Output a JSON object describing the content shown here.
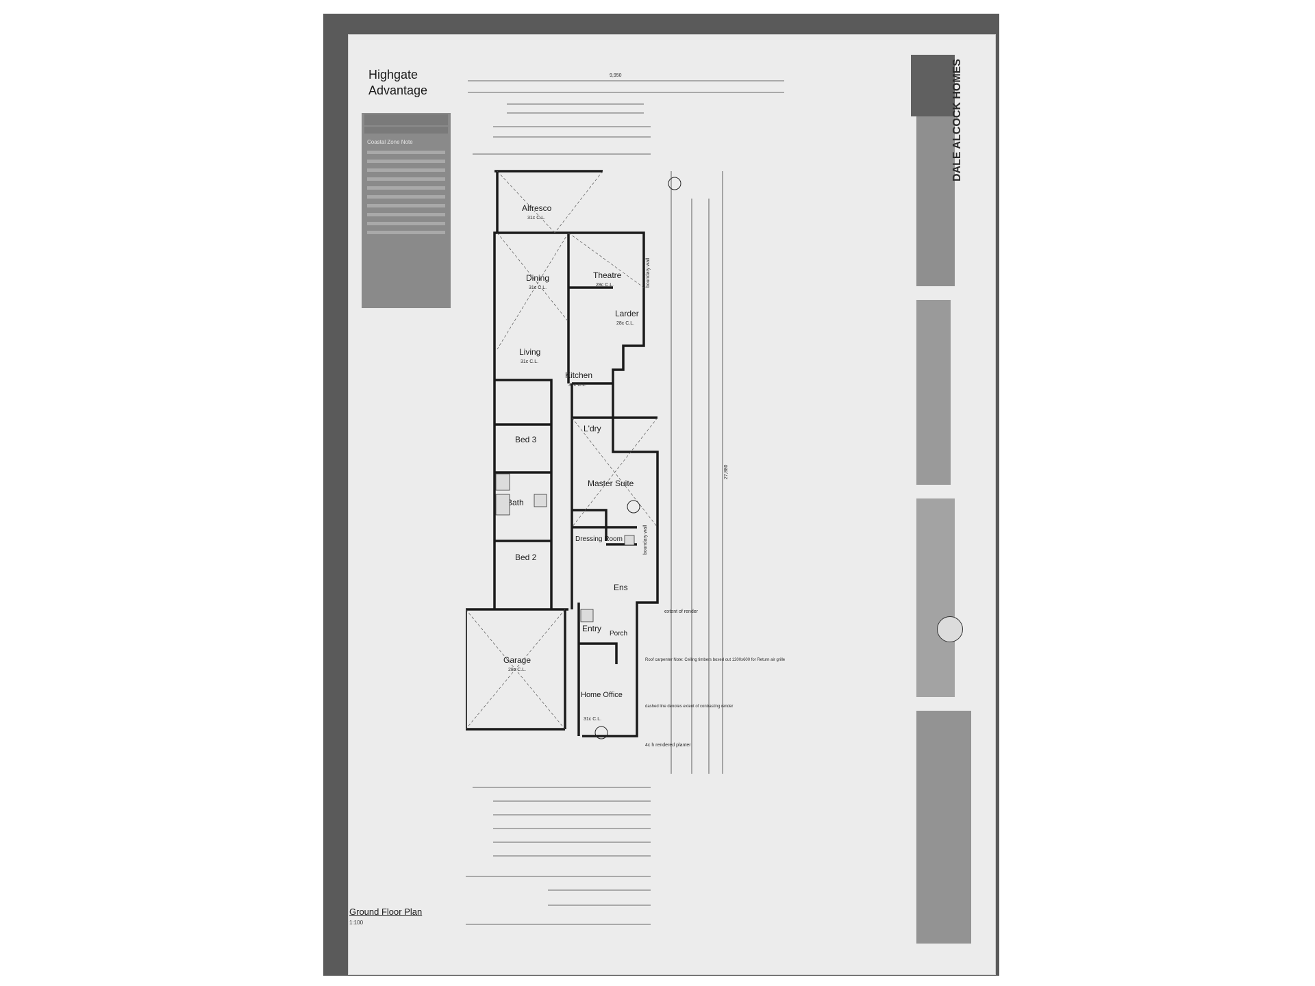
{
  "plan": {
    "project": "Highgate Advantage",
    "coastal_note_title": "Coastal Zone Note",
    "drawing_title": "Ground Floor Plan",
    "scale": "1:100",
    "builder_logo": "DALE ALCOCK HOMES",
    "overall_width": "9,950",
    "overall_length": "27,880",
    "rooms": [
      {
        "name": "Alfresco",
        "note": "31c C.L."
      },
      {
        "name": "Dining",
        "note": "31c C.L."
      },
      {
        "name": "Theatre",
        "note": "28c C.L."
      },
      {
        "name": "Larder",
        "note": "28c C.L."
      },
      {
        "name": "Living",
        "note": "31c C.L."
      },
      {
        "name": "Kitchen",
        "note": "31c C.L."
      },
      {
        "name": "L'dry",
        "note": ""
      },
      {
        "name": "Bed 3",
        "note": ""
      },
      {
        "name": "Bath",
        "note": ""
      },
      {
        "name": "Master Suite",
        "note": ""
      },
      {
        "name": "Dressing Room",
        "note": ""
      },
      {
        "name": "Bed 2",
        "note": ""
      },
      {
        "name": "Ens",
        "note": ""
      },
      {
        "name": "Entry",
        "note": ""
      },
      {
        "name": "Porch",
        "note": ""
      },
      {
        "name": "Garage",
        "note": "28c C.L."
      },
      {
        "name": "Home Office",
        "note": "31c C.L."
      }
    ],
    "annotations": {
      "boundary_wall": "boundary wall",
      "roof_note": "Roof carpenter Note: Ceiling timbers boxed out 1200x600 for Return air grille",
      "render_note": "dashed line denotes extent of contrasting render",
      "planter": "4c h rendered planter",
      "extent_render": "extent of render"
    }
  }
}
